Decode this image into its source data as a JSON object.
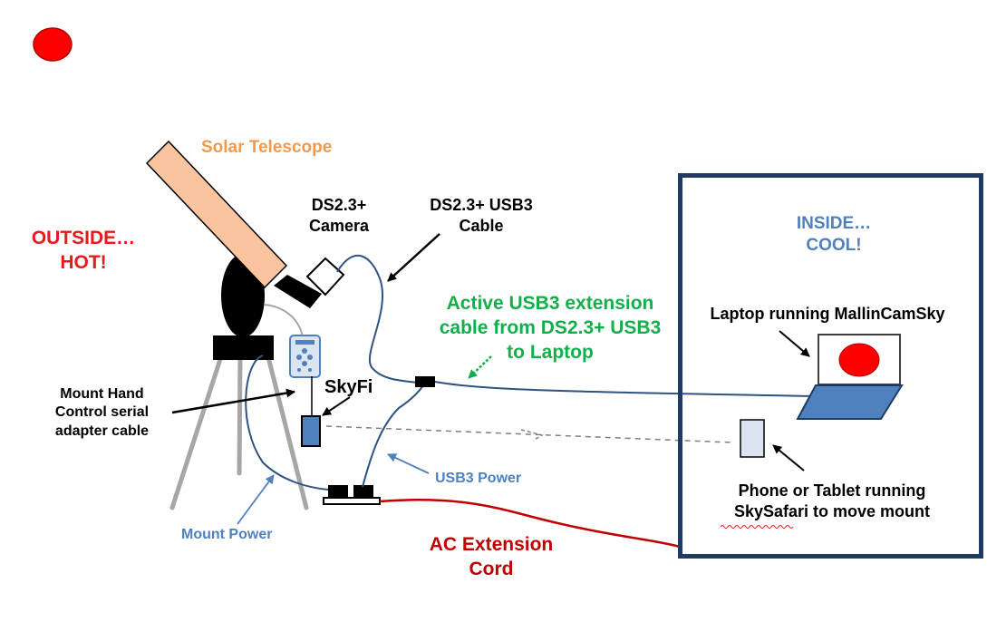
{
  "colors": {
    "outside_red": "#e8191d",
    "inside_blue": "#4f81bd",
    "cable_blue": "#2f5281",
    "green": "#11b04a",
    "telescope_orange": "#f9c49e",
    "telescope_label": "#f29a4a",
    "ac_cord": "#c00000",
    "box_border": "#1f3b63",
    "laptop_blue": "#4f81bd",
    "tripod_gray": "#a6a6a6",
    "indicator_red": "#ff0000"
  },
  "labels": {
    "solar_telescope": "Solar Telescope",
    "outside_line1": "OUTSIDE…",
    "outside_line2": "HOT!",
    "camera_line1": "DS2.3+",
    "camera_line2": "Camera",
    "usb3_cable_line1": "DS2.3+ USB3",
    "usb3_cable_line2": "Cable",
    "active_ext_line1": "Active USB3 extension",
    "active_ext_line2": "cable from DS2.3+ USB3",
    "active_ext_line3": "to Laptop",
    "inside_line1": "INSIDE…",
    "inside_line2": "COOL!",
    "laptop": "Laptop running MallinCamSky",
    "skyfi": "SkyFi",
    "hand_control_line1": "Mount Hand",
    "hand_control_line2": "Control serial",
    "hand_control_line3": "adapter cable",
    "usb3_power": "USB3 Power",
    "mount_power": "Mount Power",
    "ac_cord_line1": "AC Extension",
    "ac_cord_line2": "Cord",
    "phone_line1": "Phone or Tablet running",
    "phone_line2": "SkySafari to move mount"
  }
}
